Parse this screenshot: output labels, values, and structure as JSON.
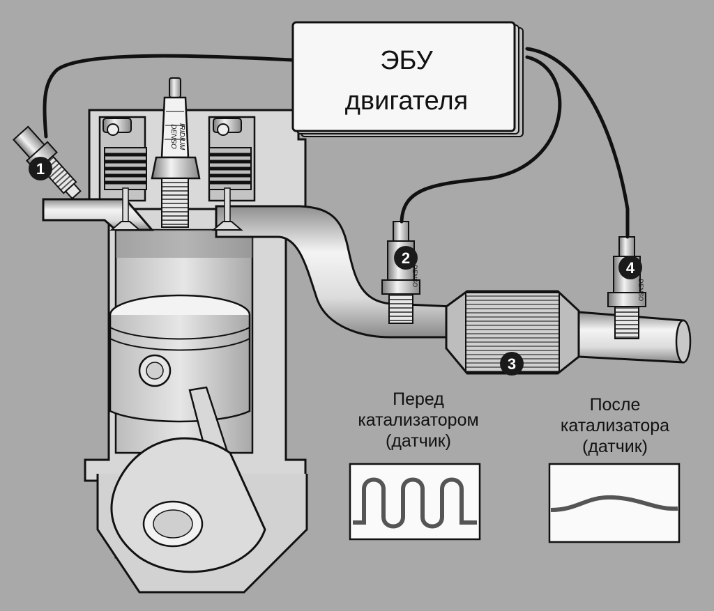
{
  "ecu": {
    "line1": "ЭБУ",
    "line2": "двигателя"
  },
  "markers": [
    "1",
    "2",
    "3",
    "4"
  ],
  "sensor_brand": "DENSO",
  "spark_plug_brand": [
    "DENSO",
    "IRIDIUM"
  ],
  "graphs": {
    "before": {
      "lines": [
        "Перед",
        "катализатором",
        "(датчик)"
      ]
    },
    "after": {
      "lines": [
        "После",
        "катализатора",
        "(датчик)"
      ]
    }
  },
  "colors": {
    "background": "#a9a9a9",
    "line": "#111111",
    "marker_fill": "#1a1a1a",
    "marker_text": "#ffffff",
    "signal": "#555555"
  }
}
